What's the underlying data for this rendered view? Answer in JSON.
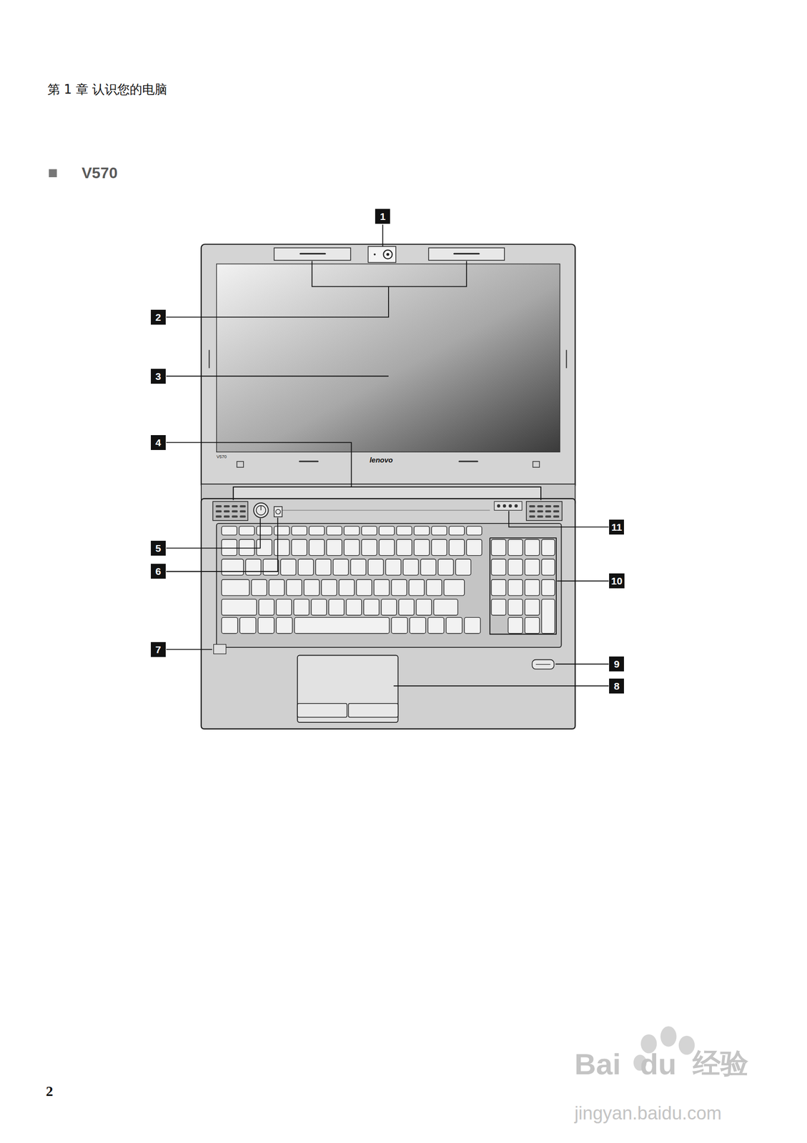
{
  "diagram": {
    "title": "V570",
    "nodes": [
      {
        "text": [
          "1"
        ]
      },
      {
        "text": [
          "2"
        ]
      },
      {
        "text": [
          "3"
        ]
      },
      {
        "text": [
          "4"
        ]
      },
      {
        "text": [
          "5"
        ]
      },
      {
        "text": [
          "6"
        ]
      },
      {
        "text": [
          "7"
        ]
      },
      {
        "text": [
          "8"
        ]
      },
      {
        "text": [
          "9"
        ]
      },
      {
        "text": [
          "10"
        ]
      },
      {
        "text": [
          "11"
        ]
      }
    ],
    "labels": [
      "第 1 章 认识您的电脑",
      "V570",
      "lenovo",
      "2",
      "Bai",
      "du",
      "经验",
      "jingyan.baidu.com"
    ]
  }
}
